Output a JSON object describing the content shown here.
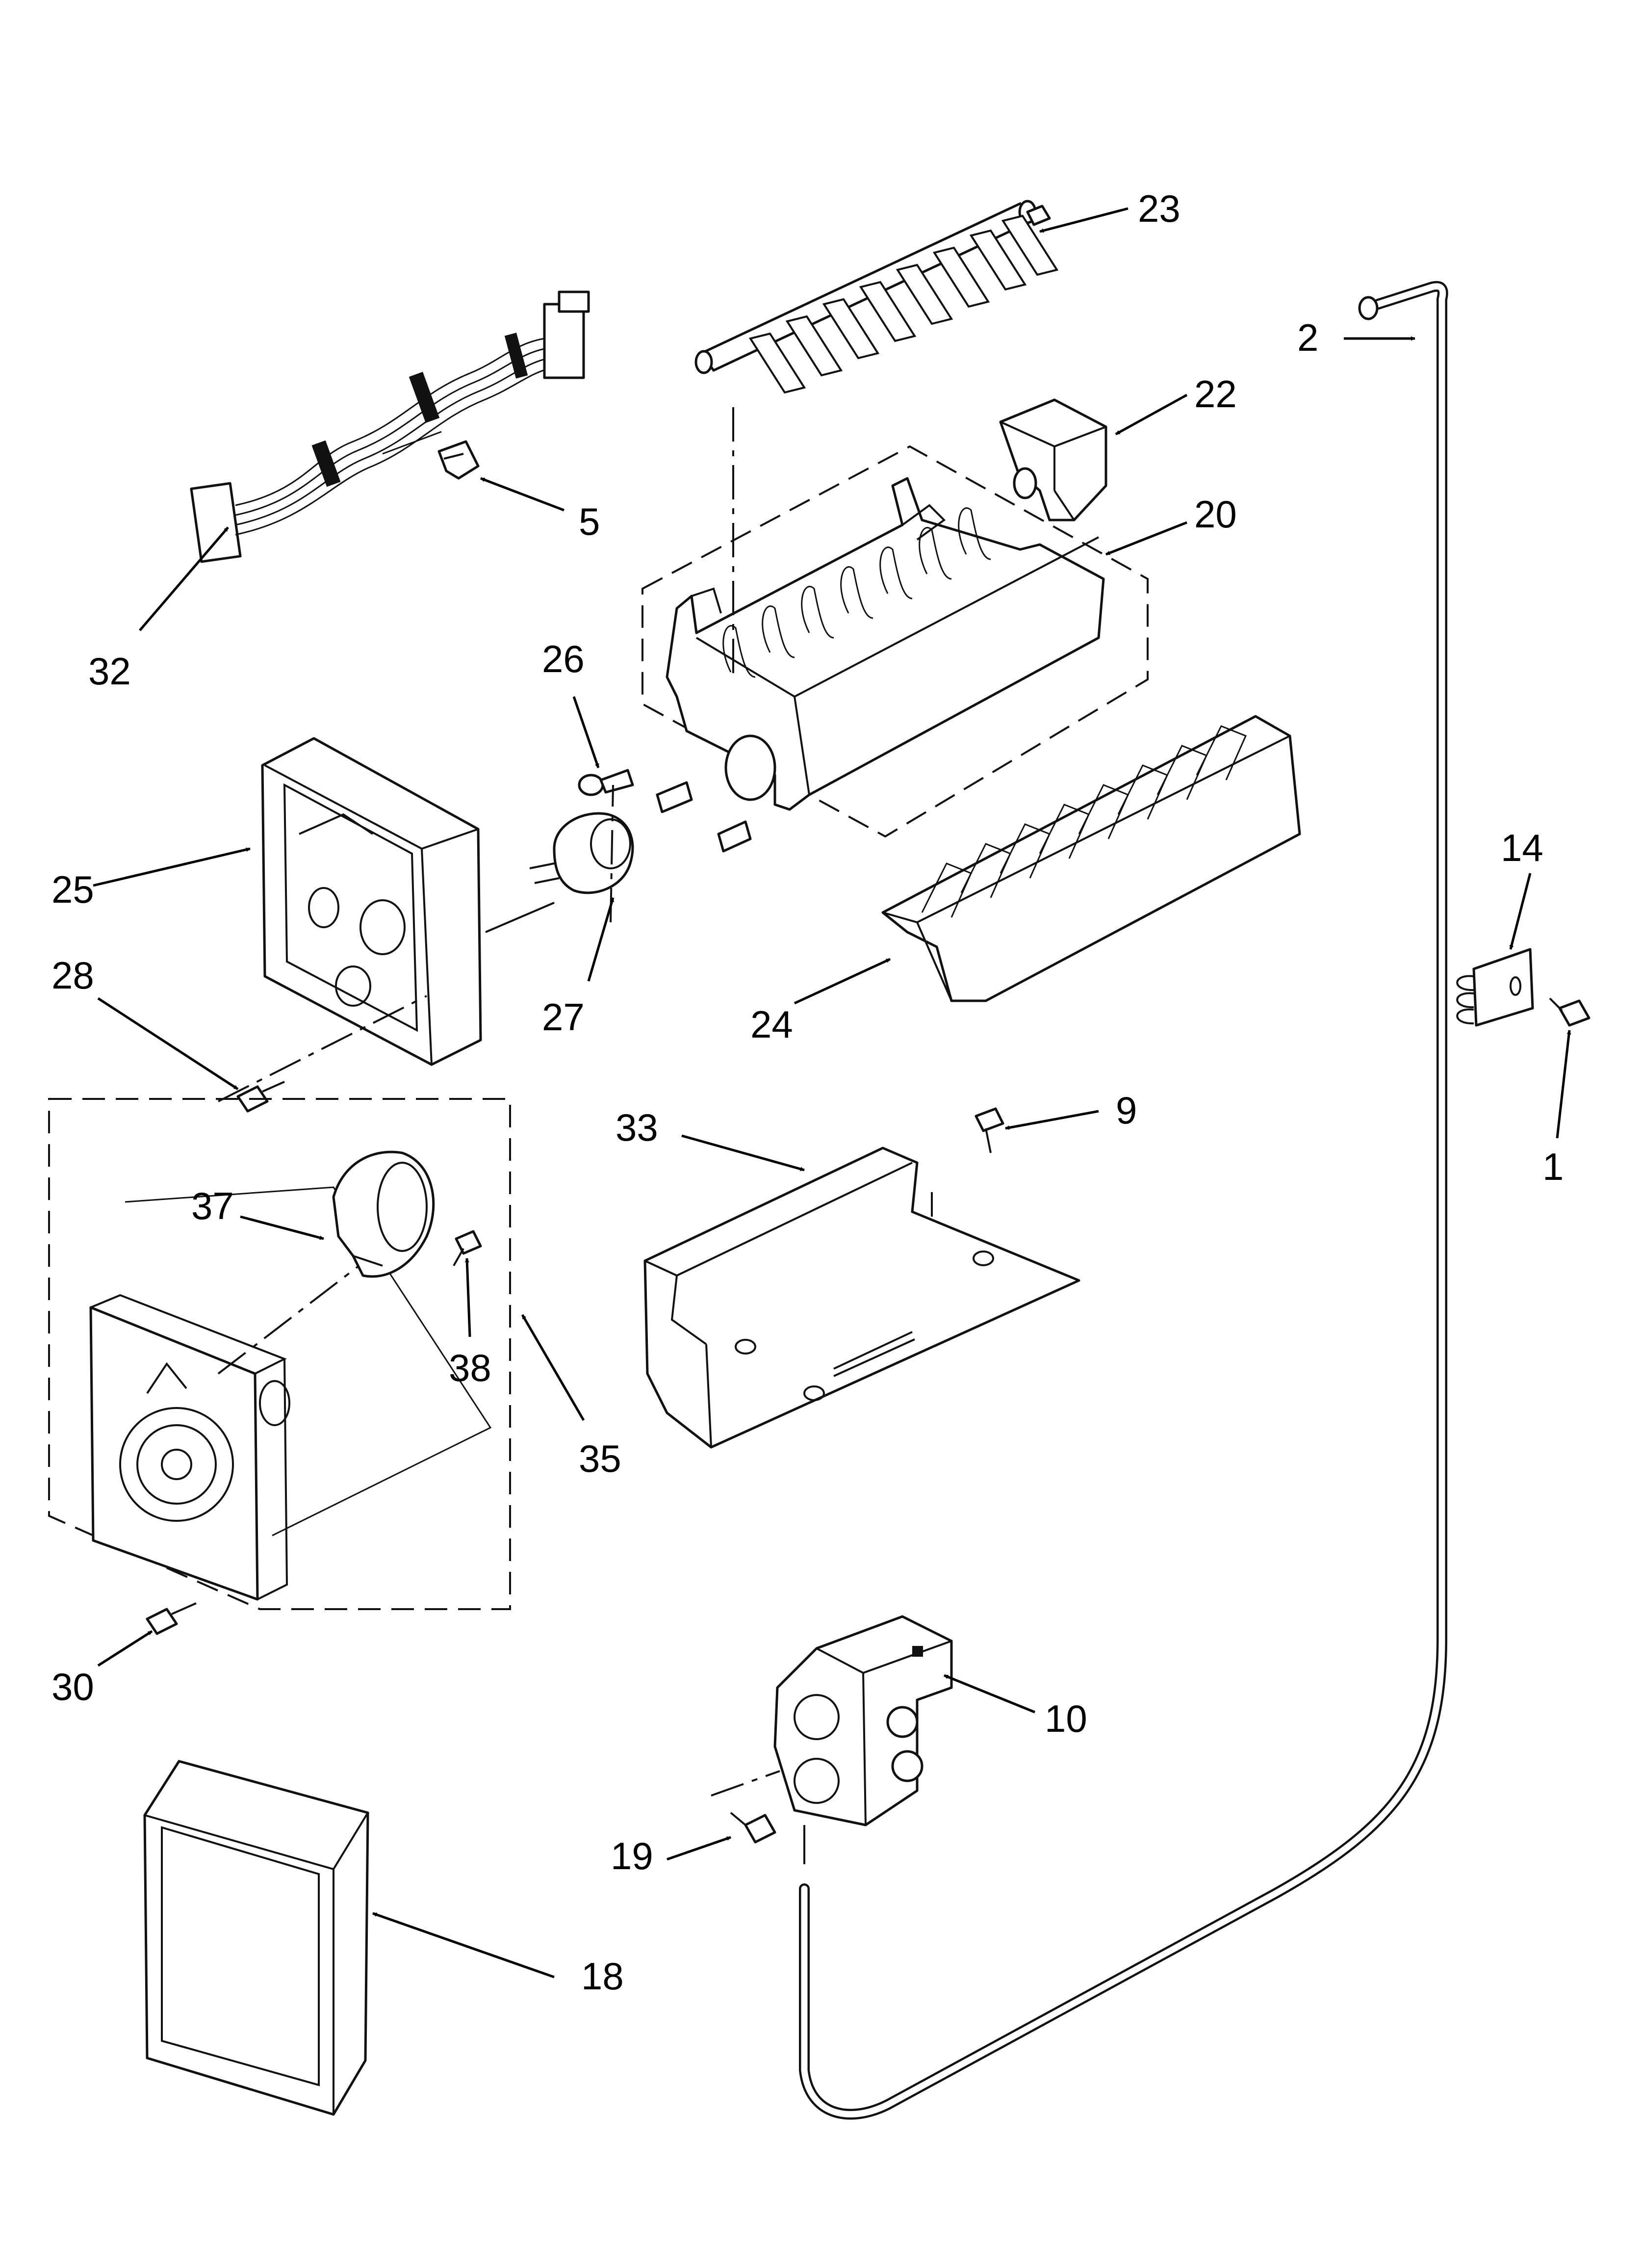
{
  "diagram": {
    "callouts": [
      {
        "id": "c1",
        "label": "1"
      },
      {
        "id": "c2",
        "label": "2"
      },
      {
        "id": "c5",
        "label": "5"
      },
      {
        "id": "c9",
        "label": "9"
      },
      {
        "id": "c10",
        "label": "10"
      },
      {
        "id": "c14",
        "label": "14"
      },
      {
        "id": "c18",
        "label": "18"
      },
      {
        "id": "c19",
        "label": "19"
      },
      {
        "id": "c20",
        "label": "20"
      },
      {
        "id": "c22",
        "label": "22"
      },
      {
        "id": "c23",
        "label": "23"
      },
      {
        "id": "c24",
        "label": "24"
      },
      {
        "id": "c25",
        "label": "25"
      },
      {
        "id": "c26",
        "label": "26"
      },
      {
        "id": "c27",
        "label": "27"
      },
      {
        "id": "c28",
        "label": "28"
      },
      {
        "id": "c30",
        "label": "30"
      },
      {
        "id": "c32",
        "label": "32"
      },
      {
        "id": "c33",
        "label": "33"
      },
      {
        "id": "c35",
        "label": "35"
      },
      {
        "id": "c37",
        "label": "37"
      },
      {
        "id": "c38",
        "label": "38"
      }
    ]
  }
}
